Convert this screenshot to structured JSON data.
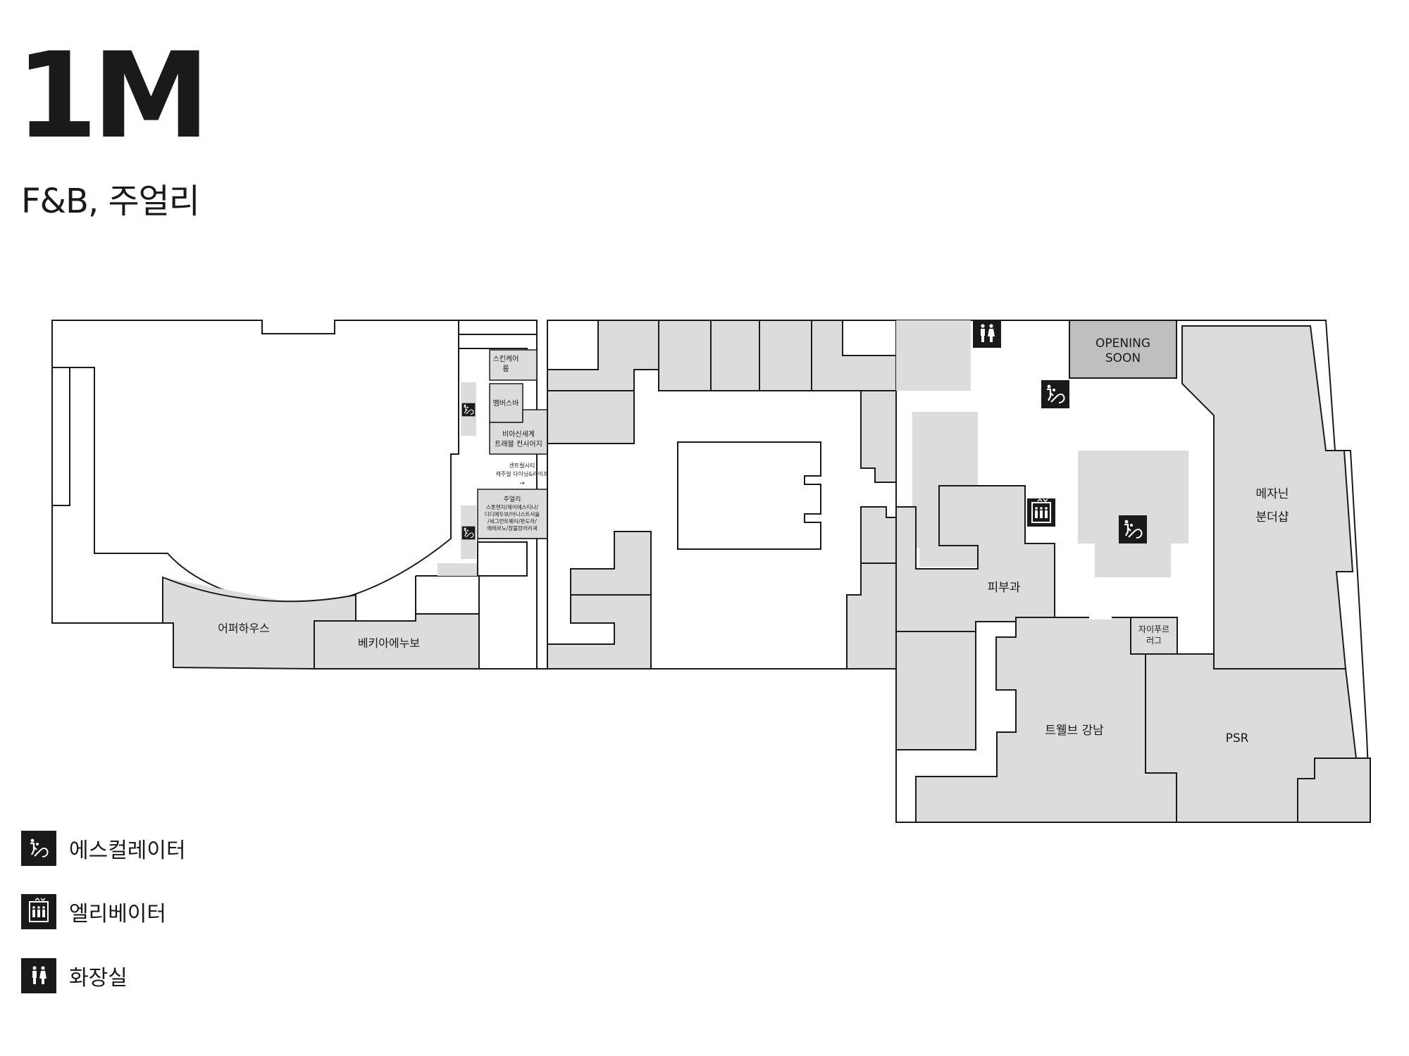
{
  "floor": {
    "name": "1M",
    "subtitle": "F&B, 주얼리"
  },
  "colors": {
    "store_fill": "#dcdcdd",
    "opening_fill": "#bfbfc0",
    "line": "#1a1a1a",
    "icon_bg": "#1a1a1a"
  },
  "stores": {
    "apahouse": "어퍼하우스",
    "bekia": "베키아에누보",
    "skincare_1": "스킨케어",
    "skincare_2": "룸",
    "membersbar": "멤버스바",
    "bia_1": "비아신세계",
    "bia_2": "트래블 컨시어지",
    "central_1": "센트럴시티",
    "central_2": "캐주얼 다이닝&라이프",
    "central_arrow": "→",
    "jewelry_1": "주얼리",
    "jewelry_2": "스톤헨지/제이에스티나/",
    "jewelry_3": "디디에두보/어니스트서울",
    "jewelry_4": "/세그먼트웨이/판도라/",
    "jewelry_5": "에테르노/장블랑라리셰",
    "opening_1": "OPENING",
    "opening_2": "SOON",
    "dermatology": "피부과",
    "mezanine_1": "메자닌",
    "mezanine_2": "분더샵",
    "xypurrug_1": "자이푸르",
    "xypurrug_2": "러그",
    "twelve": "트웰브 강남",
    "psr": "PSR"
  },
  "legend": [
    {
      "icon": "escalator-icon",
      "label": "에스컬레이터"
    },
    {
      "icon": "elevator-icon",
      "label": "엘리베이터"
    },
    {
      "icon": "restroom-icon",
      "label": "화장실"
    }
  ]
}
